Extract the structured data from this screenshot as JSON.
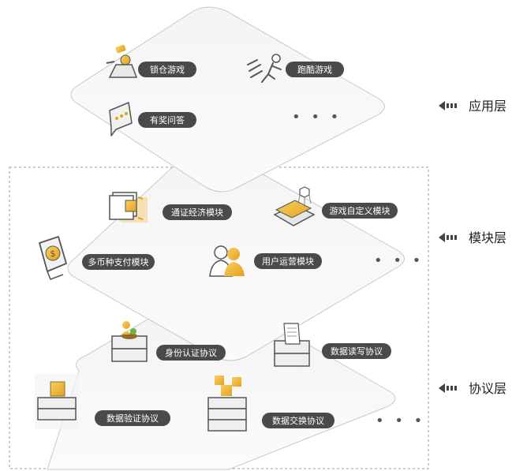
{
  "layers": {
    "application": {
      "label": "应用层",
      "modules": [
        {
          "label": "锁仓游戏",
          "icon": "lock-staking-game-icon"
        },
        {
          "label": "跑酷游戏",
          "icon": "running-game-icon"
        },
        {
          "label": "有奖问答",
          "icon": "quiz-chat-icon"
        }
      ],
      "more": "• • •"
    },
    "module": {
      "label": "模块层",
      "modules": [
        {
          "label": "通证经济模块",
          "icon": "token-cards-icon"
        },
        {
          "label": "游戏自定义模块",
          "icon": "game-custom-icon"
        },
        {
          "label": "多币种支付模块",
          "icon": "multi-currency-payment-icon"
        },
        {
          "label": "用户运营模块",
          "icon": "user-operations-icon"
        }
      ],
      "more": "• • •"
    },
    "protocol": {
      "label": "协议层",
      "modules": [
        {
          "label": "身份认证协议",
          "icon": "identity-server-icon"
        },
        {
          "label": "数据读写协议",
          "icon": "document-server-icon"
        },
        {
          "label": "数据验证协议",
          "icon": "verify-server-icon"
        },
        {
          "label": "数据交换协议",
          "icon": "exchange-server-icon"
        }
      ],
      "more": "• • •"
    }
  },
  "colors": {
    "accent": "#f2b632",
    "pill": "#4a4a4a",
    "plate_fill": "#f6f6f6",
    "plate_stroke": "#c8c8c8"
  }
}
